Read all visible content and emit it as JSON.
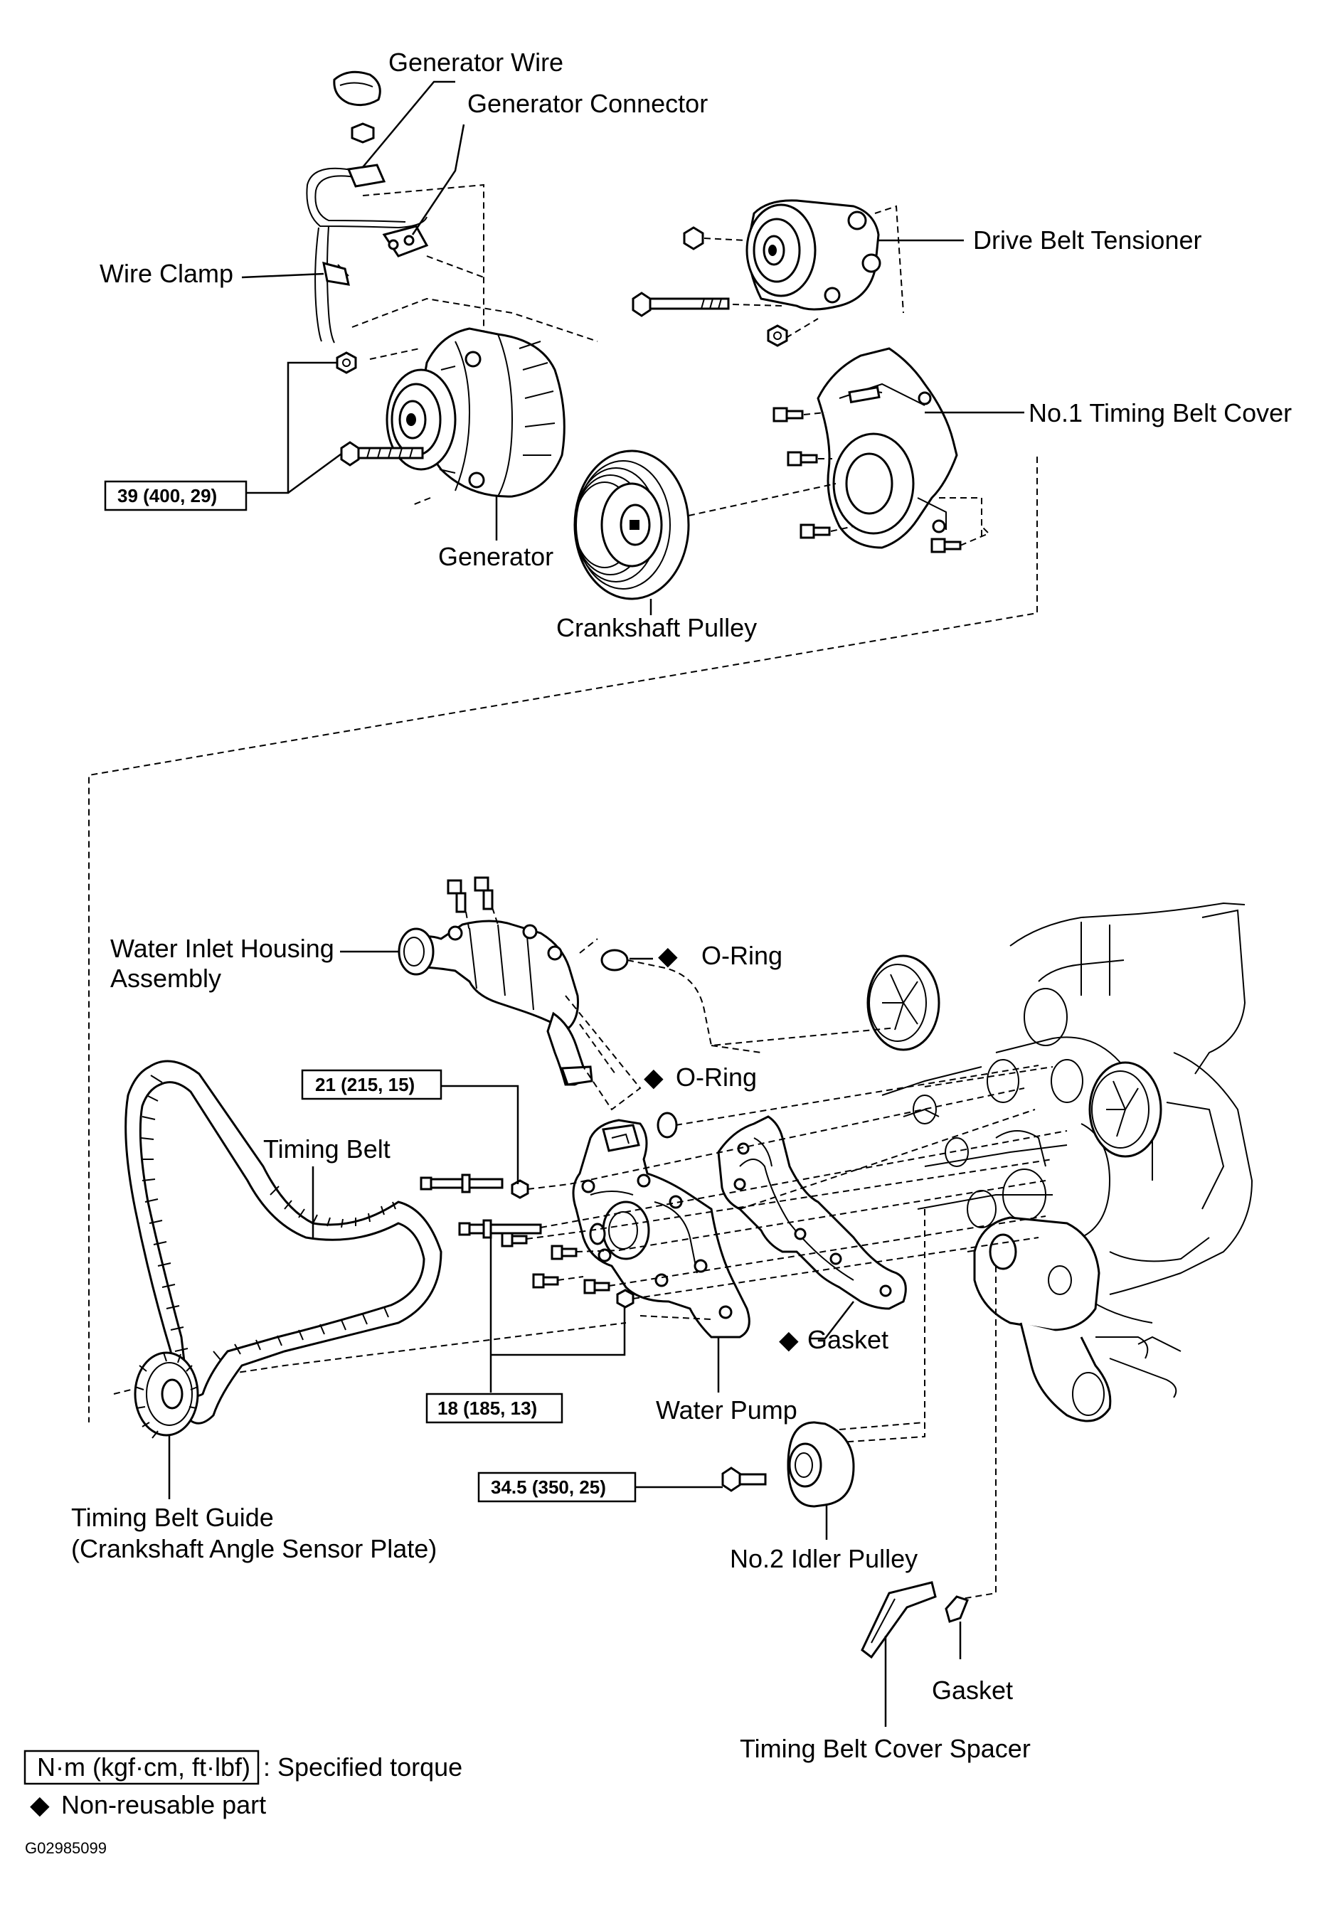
{
  "labels": {
    "generator_wire": "Generator Wire",
    "generator_connector": "Generator Connector",
    "drive_belt_tensioner": "Drive Belt Tensioner",
    "wire_clamp": "Wire Clamp",
    "no1_timing_belt_cover": "No.1 Timing Belt Cover",
    "generator": "Generator",
    "crankshaft_pulley": "Crankshaft Pulley",
    "water_inlet_housing_1": "Water Inlet Housing",
    "water_inlet_housing_2": "Assembly",
    "o_ring_1": "O-Ring",
    "o_ring_2": "O-Ring",
    "timing_belt": "Timing Belt",
    "gasket_1": "Gasket",
    "water_pump": "Water Pump",
    "timing_belt_guide_1": "Timing Belt Guide",
    "timing_belt_guide_2": "(Crankshaft Angle Sensor Plate)",
    "no2_idler_pulley": "No.2 Idler Pulley",
    "gasket_2": "Gasket",
    "timing_belt_cover_spacer": "Timing Belt Cover Spacer"
  },
  "torques": {
    "generator_bolt": "39 (400, 29)",
    "pump_upper_bolt": "21 (215, 15)",
    "pump_lower_bolt": "18 (185, 13)",
    "idler_bolt": "34.5 (350, 25)"
  },
  "legend": {
    "unit_box": "N·m (kgf·cm, ft·lbf)",
    "unit_desc": ": Specified torque",
    "nonreusable_symbol": "◆",
    "nonreusable_desc": "Non-reusable part"
  },
  "markers": {
    "diamond": "◆"
  },
  "figure_code": "G02985099"
}
